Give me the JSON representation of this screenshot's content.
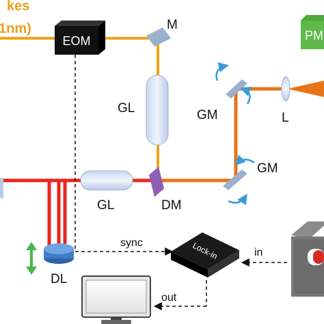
{
  "top_text": {
    "line1": "kes",
    "line2": "1nm)"
  },
  "labels": {
    "eom": "EOM",
    "m": "M",
    "gl_vertical": "GL",
    "gl_horizontal": "GL",
    "gm_top": "GM",
    "gm_bottom": "GM",
    "l": "L",
    "dm": "DM",
    "dl": "DL",
    "sync": "sync",
    "lockin": "Lock-in",
    "in": "in",
    "out": "out",
    "pm": "PM"
  },
  "colors": {
    "stokes_beam": "#f0a418",
    "pump_beam": "#e8261e",
    "combined_beam": "#e87418",
    "eom_box": "#111111",
    "pm_box": "#5fb94a",
    "arrow_green": "#47b84a",
    "arrow_blue": "#3a9ad8"
  }
}
